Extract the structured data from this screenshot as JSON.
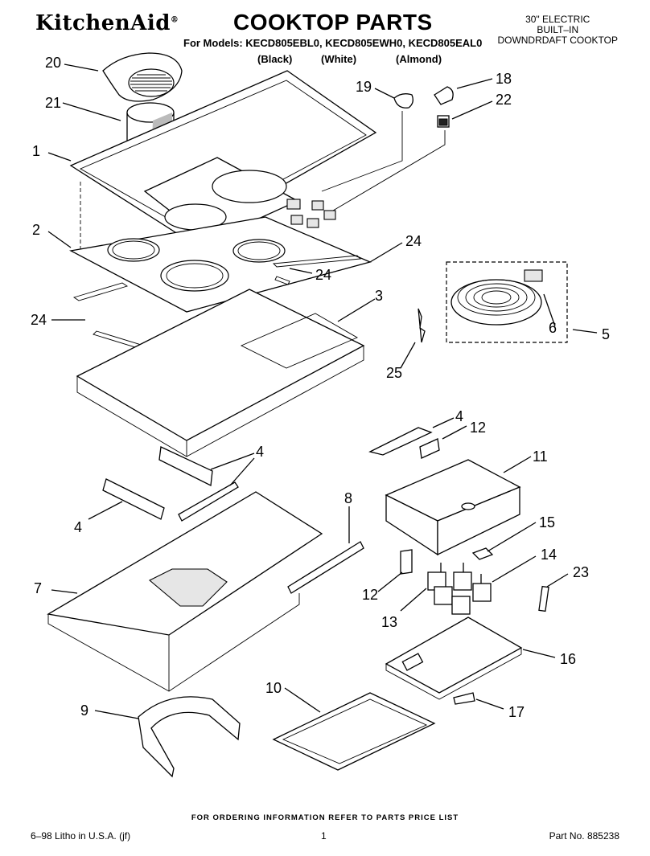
{
  "header": {
    "brand": "KitchenAid",
    "brand_mark": "®",
    "title": "COOKTOP PARTS",
    "models_line": "For Models: KECD805EBL0, KECD805EWH0, KECD805EAL0",
    "finishes": [
      "(Black)",
      "(White)",
      "(Almond)"
    ],
    "spec": "30\" ELECTRIC\nBUILT–IN\nDOWNDRDAFT COOKTOP"
  },
  "callouts": [
    "20",
    "21",
    "1",
    "2",
    "24",
    "24",
    "24",
    "3",
    "19",
    "18",
    "22",
    "6",
    "5",
    "25",
    "4",
    "12",
    "11",
    "4",
    "4",
    "8",
    "15",
    "7",
    "14",
    "23",
    "12",
    "13",
    "16",
    "10",
    "9",
    "17"
  ],
  "footer": {
    "ordering_note": "FOR ORDERING INFORMATION REFER TO PARTS PRICE LIST",
    "litho": "6–98 Litho in U.S.A. (jf)",
    "page": "1",
    "part_no": "Part No. 885238"
  }
}
